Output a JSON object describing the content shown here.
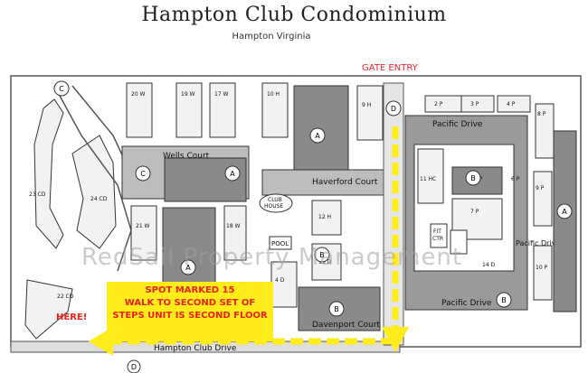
{
  "header": {
    "title": "Hampton Club Condominium",
    "subtitle": "Hampton Virginia"
  },
  "labels": {
    "gate_entry": "GATE ENTRY",
    "wells_court": "Wells Court",
    "haverford_court": "Haverford Court",
    "davenport_court": "Davenport Court",
    "club_house_1": "CLUB",
    "club_house_2": "HOUSE",
    "pool": "POOL",
    "pacific_drive_top": "Pacific      Drive",
    "pacific_drive_bottom": "Pacific Drive",
    "pacific_drive_right": "Pacific Drive",
    "hampton_club_drive": "Hampton Club Drive",
    "fit_ctr_1": "FIT",
    "fit_ctr_2": "CTR",
    "here": "HERE!"
  },
  "building_labels": [
    "20 W",
    "19 W",
    "17 W",
    "10 H",
    "9 H",
    "2 P",
    "3 P",
    "4 P",
    "8 P",
    "5 P",
    "6 P",
    "9 P",
    "11 HC",
    "7 P",
    "10 P",
    "23 CD",
    "24 CD",
    "21 W",
    "18 W",
    "12 H",
    "13 D",
    "14 D",
    "4 D",
    "22 CD"
  ],
  "markers": [
    "C",
    "C",
    "A",
    "A",
    "A",
    "A",
    "B",
    "B",
    "B",
    "B",
    "D",
    "D"
  ],
  "note": {
    "line1": "SPOT MARKED 15",
    "line2": "WALK TO SECOND SET OF",
    "line3": "STEPS UNIT IS SECOND FLOOR"
  },
  "watermark": "RedSail Property Management",
  "colors": {
    "accent_yellow": "#ffec1a",
    "accent_red": "#e21e2e",
    "building_dark": "#8a8a8a",
    "building_light": "#f2f2f2"
  }
}
